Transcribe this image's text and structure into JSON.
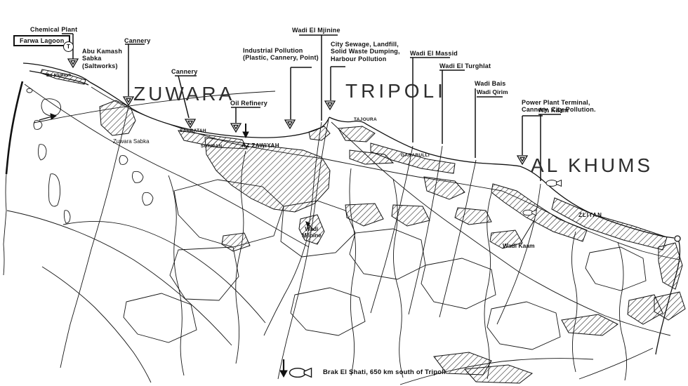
{
  "cities": {
    "zuwara": "ZUWARA",
    "tripoli": "TRIPOLI",
    "al_khums": "AL KHUMS"
  },
  "annotations": {
    "chemical_plant": "Chemical Plant",
    "farwa_lagoon": "Farwa Lagoon",
    "terminal_symbol": "T",
    "abu_kamash": "Abu Kamash\nSabka\n(Saltworks)",
    "cannery_west": "Cannery",
    "cannery_zuwara": "Cannery",
    "oil_refinery": "Oil Refinery",
    "industrial_pollution": "Industrial Pollution\n(Plastic, Cannery, Point)",
    "wadi_el_mjinine": "Wadi El Mjinine",
    "city_sewage": "City Sewage, Landfill,\nSolid Waste Dumping,\nHarbour Pollution",
    "wadi_el_massid": "Wadi El Massid",
    "wadi_el_turghlat": "Wadi El Turghlat",
    "wadi_bais": "Wadi Bais",
    "wadi_qirim": "Wadi Qirim",
    "power_plant": "Power Plant Terminal,\nCannery, City Pollution.",
    "ain_kaam": "Ain Kaam",
    "wadi_kaam": "Wadi Kaam",
    "wadi_mjinine_inland": "Wadi\nMjinine",
    "zuwara_sabka": "Zuwara Sabka"
  },
  "places": {
    "bu_kamash": "Bu Kamash",
    "sabratah": "SABRATAH",
    "surman": "SURMAN",
    "az_zawiyah": "AZ ZAWIYAH",
    "tajoura": "TAJOURA",
    "garabulli": "GARABULLI",
    "zlitan": "ZLITAN"
  },
  "legend": {
    "note": "Brak El Shati,  650 km south of Tripoli"
  },
  "symbols": {
    "pollution_source_marker": "inverted-triangle",
    "fish_marker": "fish",
    "flow_direction_marker": "down-arrow",
    "terminal_marker": "circled-T"
  },
  "colors": {
    "ink": "#111111",
    "paper": "#ffffff"
  }
}
